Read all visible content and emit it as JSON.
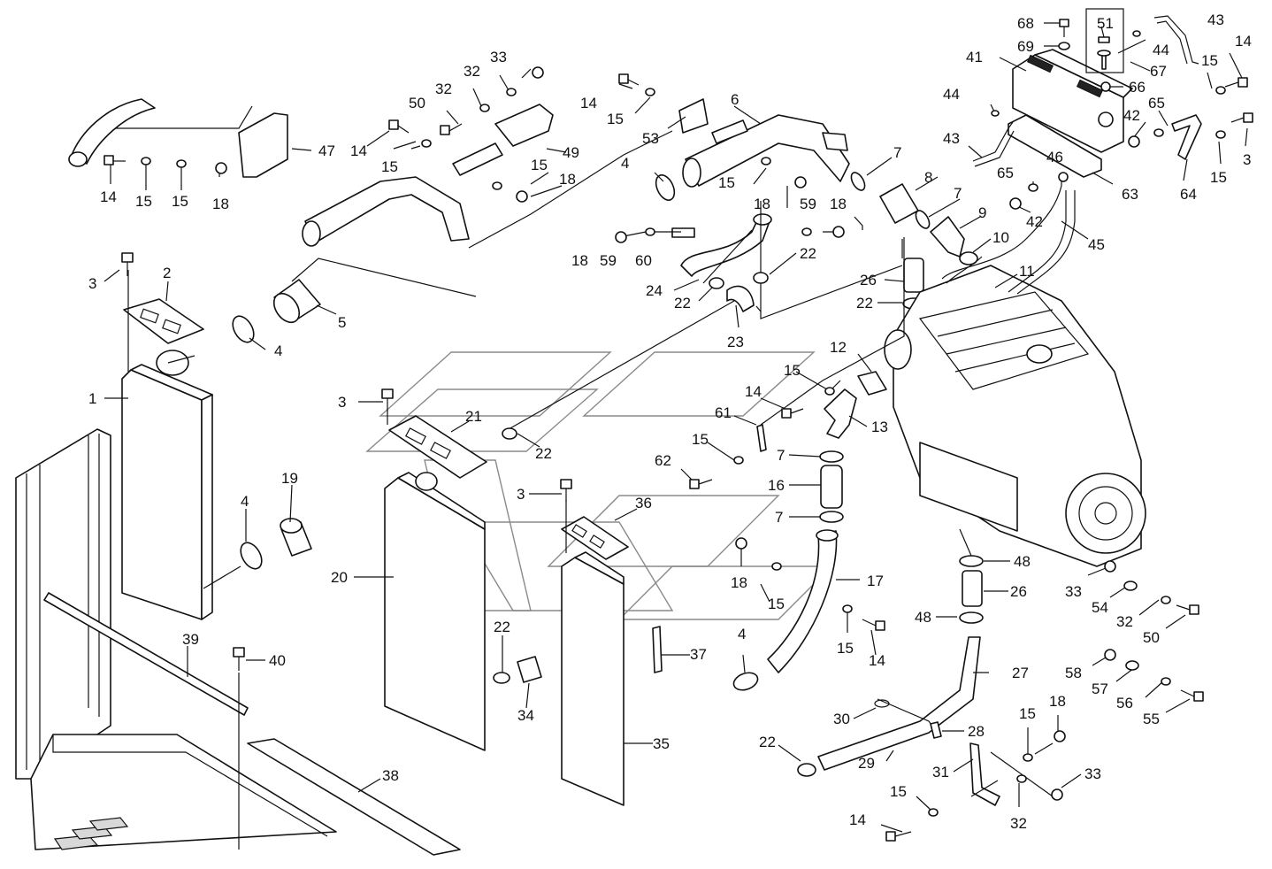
{
  "diagram": {
    "callouts": [
      {
        "id": "c68",
        "text": "68"
      },
      {
        "id": "c51",
        "text": "51"
      },
      {
        "id": "c43a",
        "text": "43"
      },
      {
        "id": "c69",
        "text": "69"
      },
      {
        "id": "c44a",
        "text": "44"
      },
      {
        "id": "c67",
        "text": "67"
      },
      {
        "id": "c14a",
        "text": "14"
      },
      {
        "id": "c41",
        "text": "41"
      },
      {
        "id": "c15a",
        "text": "15"
      },
      {
        "id": "c66",
        "text": "66"
      },
      {
        "id": "c44b",
        "text": "44"
      },
      {
        "id": "c42a",
        "text": "42"
      },
      {
        "id": "c65a",
        "text": "65"
      },
      {
        "id": "c3a",
        "text": "3"
      },
      {
        "id": "c43b",
        "text": "43"
      },
      {
        "id": "c46",
        "text": "46"
      },
      {
        "id": "c15b",
        "text": "15"
      },
      {
        "id": "c65b",
        "text": "65"
      },
      {
        "id": "c63",
        "text": "63"
      },
      {
        "id": "c64",
        "text": "64"
      },
      {
        "id": "c42b",
        "text": "42"
      },
      {
        "id": "c45",
        "text": "45"
      },
      {
        "id": "c33a",
        "text": "33"
      },
      {
        "id": "c32a",
        "text": "32"
      },
      {
        "id": "c32b",
        "text": "32"
      },
      {
        "id": "c50a",
        "text": "50"
      },
      {
        "id": "c49",
        "text": "49"
      },
      {
        "id": "c14b",
        "text": "14"
      },
      {
        "id": "c15c",
        "text": "15"
      },
      {
        "id": "c15d",
        "text": "15"
      },
      {
        "id": "c18a",
        "text": "18"
      },
      {
        "id": "c47",
        "text": "47"
      },
      {
        "id": "c14c",
        "text": "14"
      },
      {
        "id": "c15e",
        "text": "15"
      },
      {
        "id": "c15f",
        "text": "15"
      },
      {
        "id": "c18b",
        "text": "18"
      },
      {
        "id": "c14d",
        "text": "14"
      },
      {
        "id": "c15g",
        "text": "15"
      },
      {
        "id": "c53",
        "text": "53"
      },
      {
        "id": "c6",
        "text": "6"
      },
      {
        "id": "c4a",
        "text": "4"
      },
      {
        "id": "c15h",
        "text": "15"
      },
      {
        "id": "c7a",
        "text": "7"
      },
      {
        "id": "c8",
        "text": "8"
      },
      {
        "id": "c7b",
        "text": "7"
      },
      {
        "id": "c9",
        "text": "9"
      },
      {
        "id": "c10",
        "text": "10"
      },
      {
        "id": "c11",
        "text": "11"
      },
      {
        "id": "c18c",
        "text": "18"
      },
      {
        "id": "c59a",
        "text": "59"
      },
      {
        "id": "c18d",
        "text": "18"
      },
      {
        "id": "c18e",
        "text": "18"
      },
      {
        "id": "c59b",
        "text": "59"
      },
      {
        "id": "c60",
        "text": "60"
      },
      {
        "id": "c22a",
        "text": "22"
      },
      {
        "id": "c26a",
        "text": "26"
      },
      {
        "id": "c22b",
        "text": "22"
      },
      {
        "id": "c24",
        "text": "24"
      },
      {
        "id": "c22c",
        "text": "22"
      },
      {
        "id": "c23",
        "text": "23"
      },
      {
        "id": "c3b",
        "text": "3"
      },
      {
        "id": "c2",
        "text": "2"
      },
      {
        "id": "c5",
        "text": "5"
      },
      {
        "id": "c4b",
        "text": "4"
      },
      {
        "id": "c1",
        "text": "1"
      },
      {
        "id": "c12",
        "text": "12"
      },
      {
        "id": "c15i",
        "text": "15"
      },
      {
        "id": "c14e",
        "text": "14"
      },
      {
        "id": "c13",
        "text": "13"
      },
      {
        "id": "c61",
        "text": "61"
      },
      {
        "id": "c15j",
        "text": "15"
      },
      {
        "id": "c7c",
        "text": "7"
      },
      {
        "id": "c62",
        "text": "62"
      },
      {
        "id": "c16",
        "text": "16"
      },
      {
        "id": "c7d",
        "text": "7"
      },
      {
        "id": "c3c",
        "text": "3"
      },
      {
        "id": "c21",
        "text": "21"
      },
      {
        "id": "c22d",
        "text": "22"
      },
      {
        "id": "c3d",
        "text": "3"
      },
      {
        "id": "c36",
        "text": "36"
      },
      {
        "id": "c19",
        "text": "19"
      },
      {
        "id": "c4c",
        "text": "4"
      },
      {
        "id": "c20",
        "text": "20"
      },
      {
        "id": "c18f",
        "text": "18"
      },
      {
        "id": "c15k",
        "text": "15"
      },
      {
        "id": "c17",
        "text": "17"
      },
      {
        "id": "c48a",
        "text": "48"
      },
      {
        "id": "c26b",
        "text": "26"
      },
      {
        "id": "c33b",
        "text": "33"
      },
      {
        "id": "c54",
        "text": "54"
      },
      {
        "id": "c32c",
        "text": "32"
      },
      {
        "id": "c50b",
        "text": "50"
      },
      {
        "id": "c48b",
        "text": "48"
      },
      {
        "id": "c15l",
        "text": "15"
      },
      {
        "id": "c14f",
        "text": "14"
      },
      {
        "id": "c39",
        "text": "39"
      },
      {
        "id": "c40",
        "text": "40"
      },
      {
        "id": "c22e",
        "text": "22"
      },
      {
        "id": "c37",
        "text": "37"
      },
      {
        "id": "c4d",
        "text": "4"
      },
      {
        "id": "c27",
        "text": "27"
      },
      {
        "id": "c58",
        "text": "58"
      },
      {
        "id": "c57",
        "text": "57"
      },
      {
        "id": "c56",
        "text": "56"
      },
      {
        "id": "c55",
        "text": "55"
      },
      {
        "id": "c34",
        "text": "34"
      },
      {
        "id": "c35",
        "text": "35"
      },
      {
        "id": "c30",
        "text": "30"
      },
      {
        "id": "c28",
        "text": "28"
      },
      {
        "id": "c15m",
        "text": "15"
      },
      {
        "id": "c18g",
        "text": "18"
      },
      {
        "id": "c22f",
        "text": "22"
      },
      {
        "id": "c29",
        "text": "29"
      },
      {
        "id": "c31",
        "text": "31"
      },
      {
        "id": "c33c",
        "text": "33"
      },
      {
        "id": "c38",
        "text": "38"
      },
      {
        "id": "c15n",
        "text": "15"
      },
      {
        "id": "c14g",
        "text": "14"
      },
      {
        "id": "c32d",
        "text": "32"
      }
    ]
  }
}
